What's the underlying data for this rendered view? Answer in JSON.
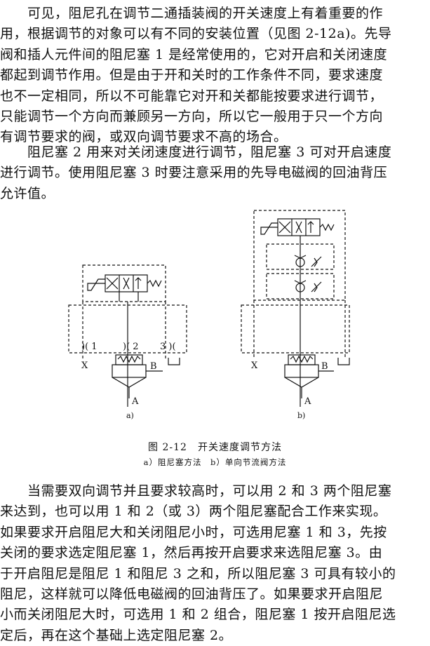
{
  "paragraphs": [
    {
      "lines": [
        "　　可见，阻尼孔在调节二通插装阀的开关速度上有着重要的作",
        "用，根据调节的对象可以有不同的安装位置（见图 2-12a)。先导",
        "阀和插人元件间的阻尼塞 1 是经常使用的，它对开启和关闭速度",
        "都起到调节作用。但是由于开和关时的工作条件不同，要求速度",
        "也不一定相同，所以不可能靠它对开和关都能按要求进行调节，",
        "只能调节一个方向而兼顾另一方向，所以它一般用于只一个方向",
        "有调节要求的阀，或双向调节要求不高的场合。"
      ]
    },
    {
      "lines": [
        "　　阻尼塞 2 用来对关闭速度进行调节，阻尼塞 3 可对开启速度",
        "进行调节。使用阻尼塞 3 时要注意采用的先导电磁阀的回油背压",
        "允许值。"
      ]
    },
    {
      "lines": [
        "　　当需要双向调节并且要求较高时，可以用 2 和 3 两个阻尼塞",
        "来达到，也可以用 1 和 2（或 3）两个阻尼塞配合工作来实现。",
        "如果要求开启阻尼大和关闭阻尼小时，可选用尼塞 1 和 3，先按",
        "关闭的要求选定阻尼塞 1，然后再按开启要求来选阻尼塞 3。由",
        "于开启阻尼是阻尼 1 和阻尼 3 之和，所以阻尼塞 3 可具有较小的",
        "阻尼，这样就可以降低电磁阀的回油背压了。如果要求开启阻尼",
        "小而关闭阻尼大时，可选用 1 和 2 组合，阻尼塞 1 按开启阻尼选",
        "定后，再在这个基础上选定阻尼塞 2。"
      ]
    }
  ],
  "figure": {
    "title": "图 2-12　开关速度调节方法",
    "subtitle": "a）阻尼塞方法　b）单向节流阀方法",
    "a": {
      "label": "a)",
      "port_x": "X",
      "port_b": "B",
      "port_a": "A",
      "orifice_1": ")( 1",
      "orifice_2": ")( 2",
      "orifice_3": "3 )("
    },
    "b": {
      "label": "b)",
      "port_x": "X",
      "port_b": "B",
      "port_a": "A"
    }
  }
}
